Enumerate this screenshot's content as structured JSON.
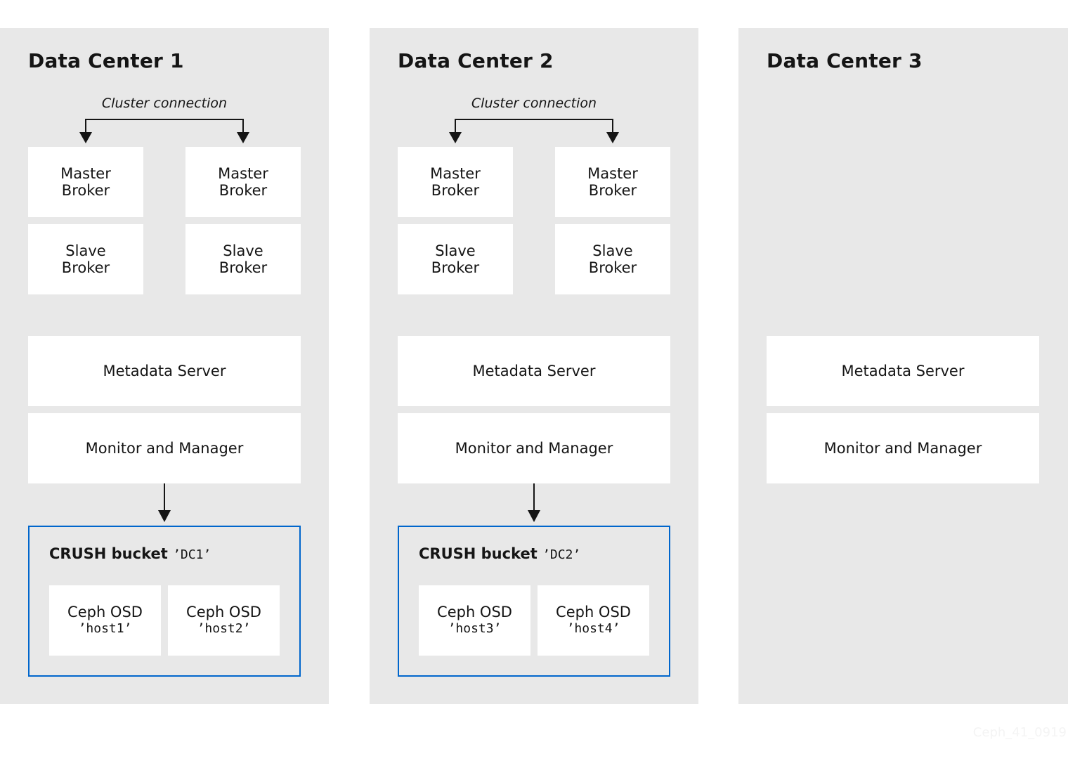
{
  "data_centers": [
    {
      "title": "Data Center 1",
      "cluster_connection": "Cluster connection",
      "brokers": [
        {
          "master": [
            "Master",
            "Broker"
          ],
          "slave": [
            "Slave",
            "Broker"
          ]
        },
        {
          "master": [
            "Master",
            "Broker"
          ],
          "slave": [
            "Slave",
            "Broker"
          ]
        }
      ],
      "metadata_server": "Metadata Server",
      "monitor_manager": "Monitor and Manager",
      "crush": {
        "label": "CRUSH bucket",
        "id": "’DC1’",
        "osds": [
          {
            "name": "Ceph OSD",
            "host": "’host1’"
          },
          {
            "name": "Ceph OSD",
            "host": "’host2’"
          }
        ]
      }
    },
    {
      "title": "Data Center 2",
      "cluster_connection": "Cluster connection",
      "brokers": [
        {
          "master": [
            "Master",
            "Broker"
          ],
          "slave": [
            "Slave",
            "Broker"
          ]
        },
        {
          "master": [
            "Master",
            "Broker"
          ],
          "slave": [
            "Slave",
            "Broker"
          ]
        }
      ],
      "metadata_server": "Metadata Server",
      "monitor_manager": "Monitor and Manager",
      "crush": {
        "label": "CRUSH bucket",
        "id": "’DC2’",
        "osds": [
          {
            "name": "Ceph OSD",
            "host": "’host3’"
          },
          {
            "name": "Ceph OSD",
            "host": "’host4’"
          }
        ]
      }
    },
    {
      "title": "Data Center 3",
      "metadata_server": "Metadata Server",
      "monitor_manager": "Monitor and Manager"
    }
  ],
  "colors": {
    "panel": "#e8e8e8",
    "box": "#ffffff",
    "crush_border": "#0066cc",
    "arrow": "#151515"
  },
  "watermark": "Ceph_41_0919"
}
